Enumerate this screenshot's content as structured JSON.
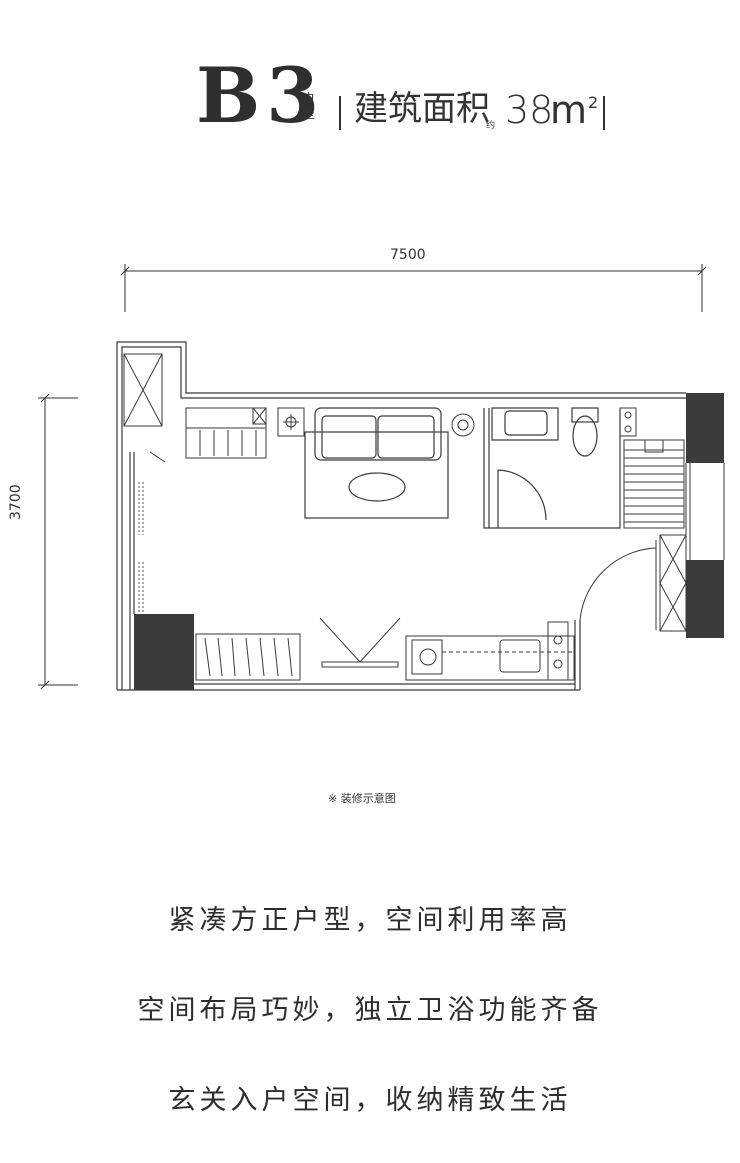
{
  "header": {
    "unit_code": "B3",
    "unit_word": "户型",
    "area_label": "建筑面积",
    "approx": "约",
    "area_value": "38",
    "area_unit": "m",
    "area_sup": "2"
  },
  "dimensions": {
    "width": "7500",
    "height": "3700"
  },
  "note": "※ 装修示意图",
  "slogans": [
    "紧凑方正户型，空间利用率高",
    "空间布局巧妙，独立卫浴功能齐备",
    "玄关入户空间，收纳精致生活"
  ],
  "colors": {
    "text": "#333333",
    "wall": "#3a3a3a",
    "column": "#3d3a3a",
    "background": "#ffffff"
  }
}
